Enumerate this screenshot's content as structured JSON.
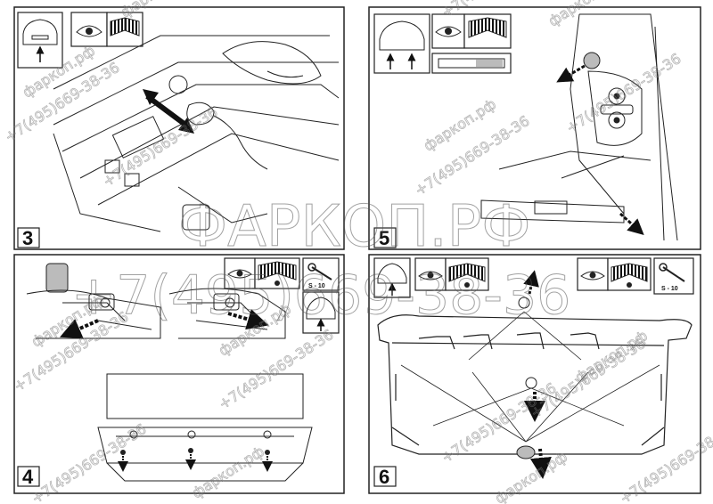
{
  "steps": [
    {
      "number": "3"
    },
    {
      "number": "4"
    },
    {
      "number": "5"
    },
    {
      "number": "6"
    }
  ],
  "tool_label": "S - 10",
  "watermark": {
    "site": "фаркоп.рф",
    "phone": "+7(495)669-38-36",
    "brand": "ФАРКОП.РФ"
  },
  "icons": [
    "car-rear-icon",
    "eye-inspect-icon",
    "manual-book-icon",
    "wrench-icon",
    "arrow-up-icon",
    "arrow-down-icon",
    "clip-icon",
    "gauge-strip-icon"
  ]
}
